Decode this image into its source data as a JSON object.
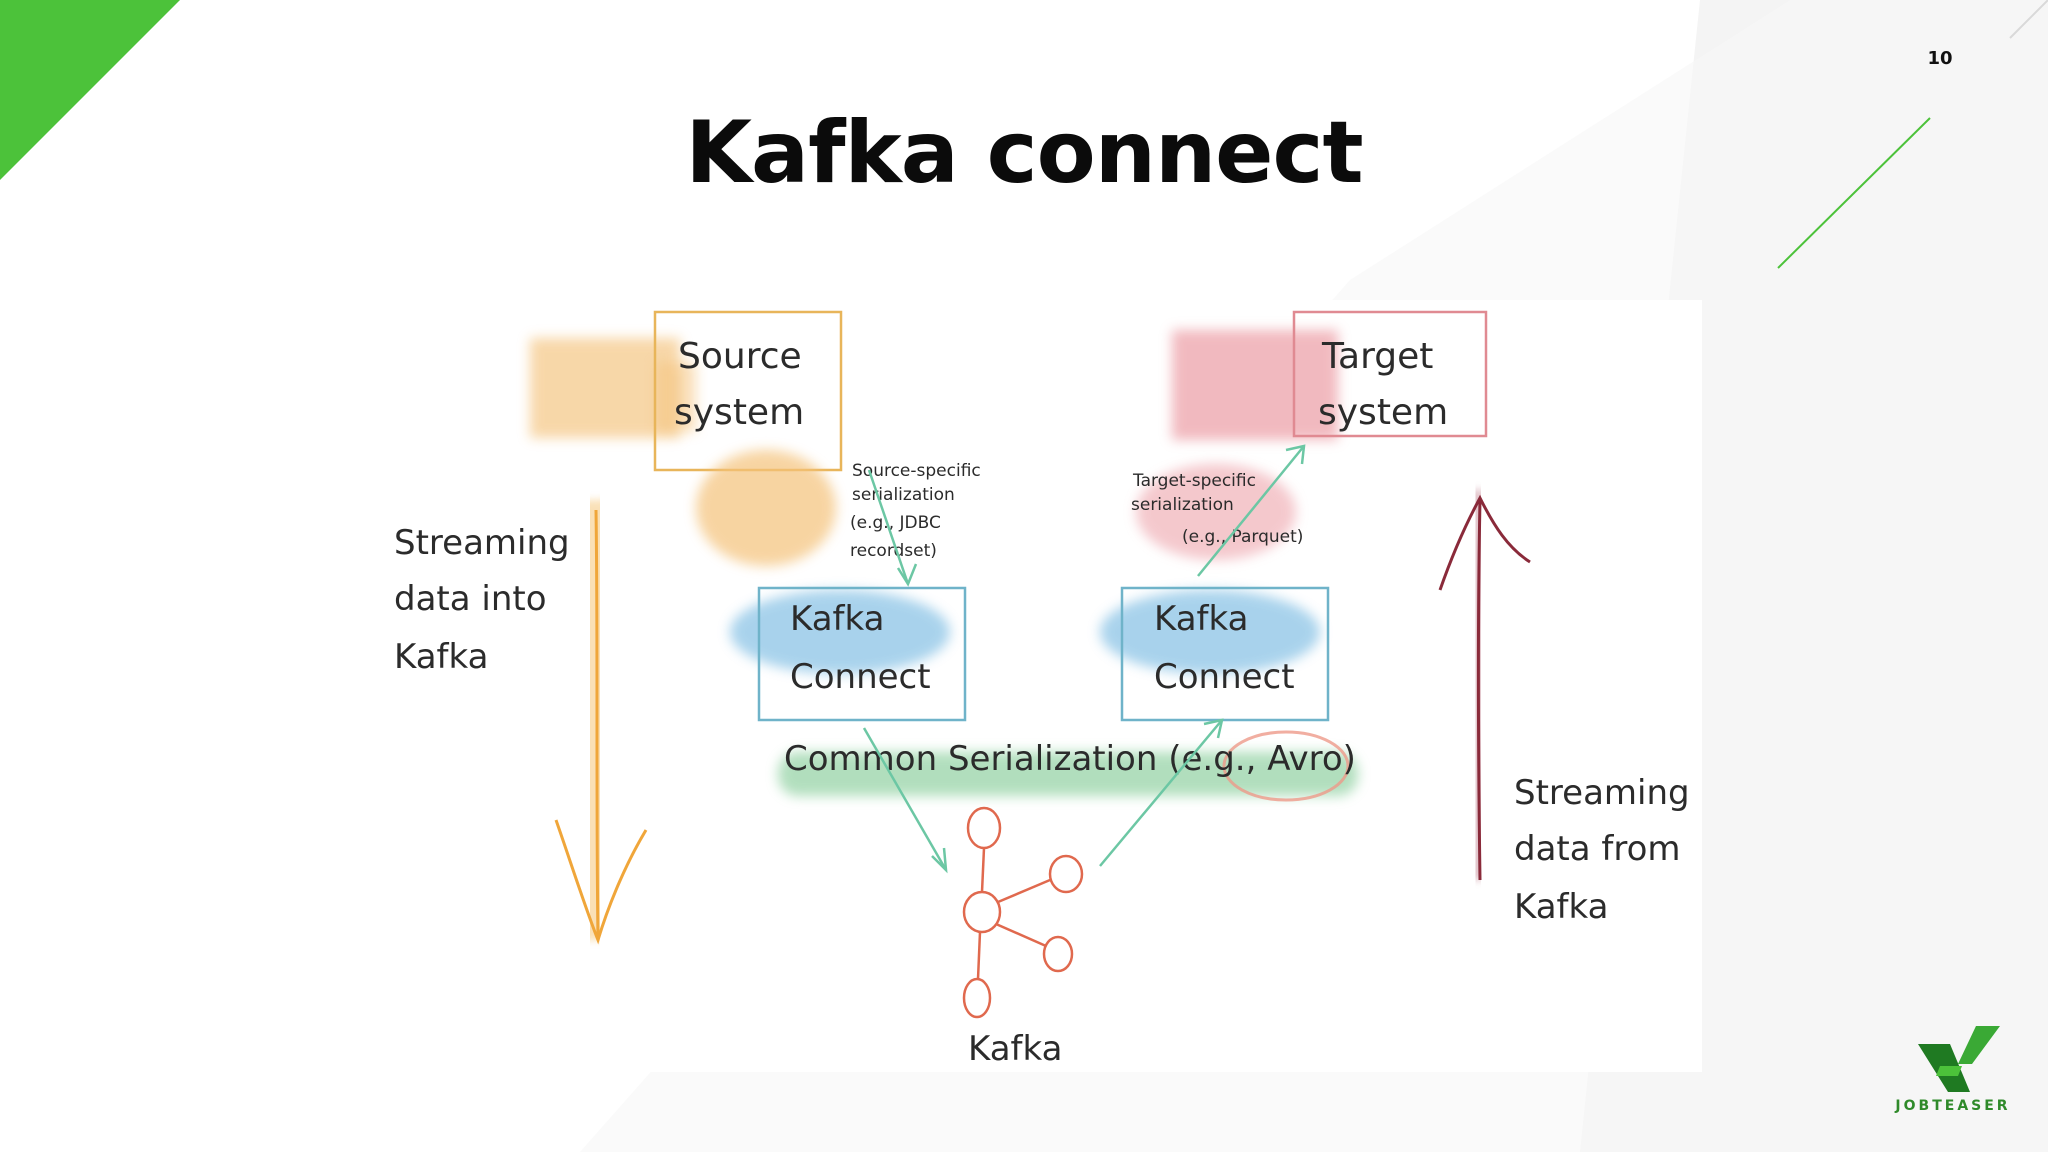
{
  "slide": {
    "number": "10",
    "title": "Kafka connect"
  },
  "diagram": {
    "source_system": [
      "Source",
      "system"
    ],
    "target_system": [
      "Target",
      "system"
    ],
    "kafka_connect_left": [
      "Kafka",
      "Connect"
    ],
    "kafka_connect_right": [
      "Kafka",
      "Connect"
    ],
    "source_serialization_note": [
      "Source-specific",
      "serialization",
      "(e.g., JDBC",
      "recordset)"
    ],
    "target_serialization_note": [
      "Target-specific",
      "serialization",
      "(e.g., Parquet)"
    ],
    "streaming_into": [
      "Streaming",
      "data into",
      "Kafka"
    ],
    "streaming_from": [
      "Streaming",
      "data from",
      "Kafka"
    ],
    "common_serialization": "Common Serialization (e.g., Avro)",
    "kafka_label": "Kafka"
  },
  "logo": {
    "text": "JOBTEASER"
  },
  "colors": {
    "brand_green": "#4cc23a",
    "orange": "#f0a63a",
    "red_pink": "#e5868e",
    "blue": "#6aaed6",
    "teal_arrow": "#6cc7a4",
    "dark_red_arrow": "#8a2a3a",
    "kafka_node": "#e0694e"
  }
}
